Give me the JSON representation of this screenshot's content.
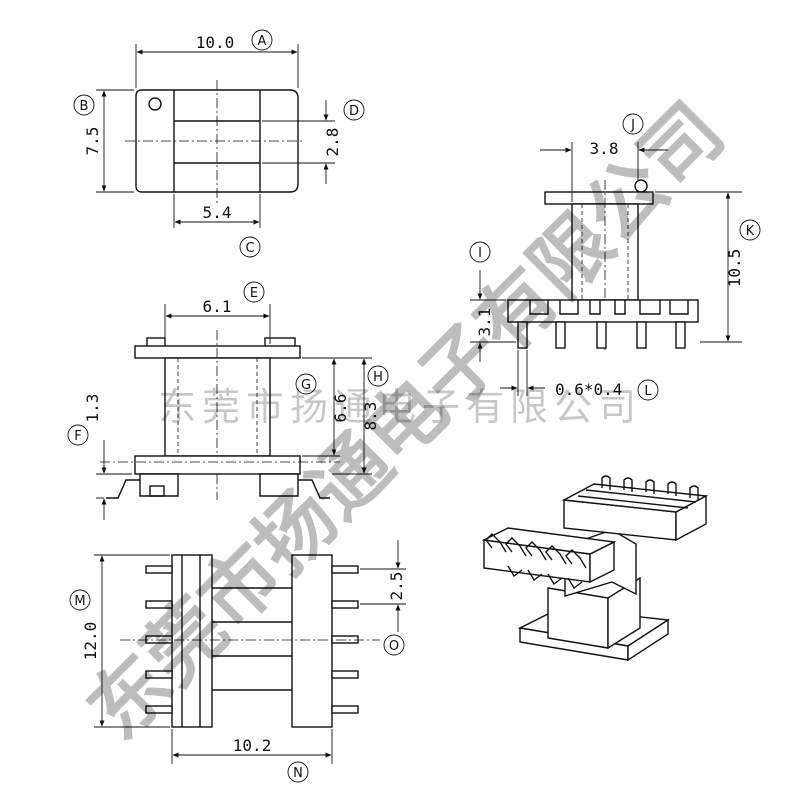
{
  "dimensions": {
    "A": "10.0",
    "B": "7.5",
    "C": "5.4",
    "D": "2.8",
    "E": "6.1",
    "F": "1.3",
    "G": "6.6",
    "H": "8.3",
    "I": "3.1",
    "J": "3.8",
    "K": "10.5",
    "L": "0.6*0.4",
    "M": "12.0",
    "N": "10.2",
    "O": "2.5"
  },
  "callouts": [
    "A",
    "B",
    "C",
    "D",
    "E",
    "F",
    "G",
    "H",
    "I",
    "J",
    "K",
    "L",
    "M",
    "N",
    "O"
  ],
  "watermark": {
    "line": "东莞市扬通电子有限公司",
    "diagonal": "东莞市扬通电子有限公司"
  },
  "colors": {
    "ink": "#111111",
    "background": "#ffffff"
  }
}
